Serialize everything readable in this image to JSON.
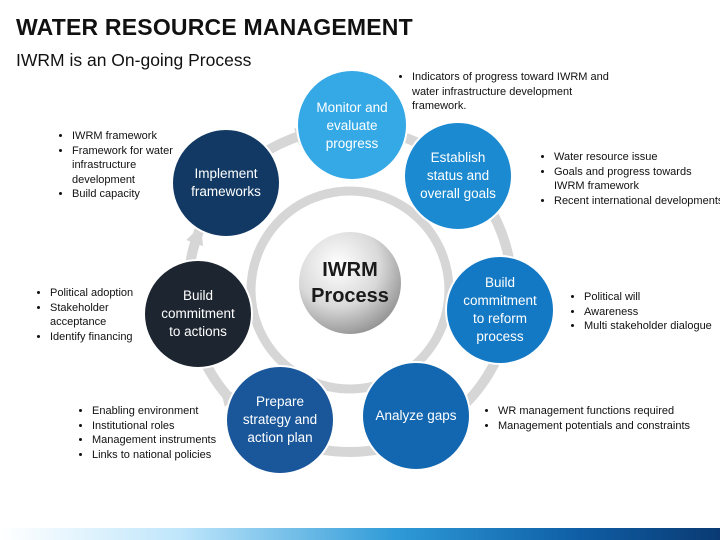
{
  "header": {
    "title": "WATER RESOURCE MANAGEMENT",
    "subtitle": "IWRM is an On-going Process"
  },
  "center": {
    "label": "IWRM\nProcess"
  },
  "steps": [
    {
      "label": "Monitor and\nevaluate\nprogress",
      "color": "#35a9e6",
      "bullets": [
        "Indicators of progress toward IWRM and water infrastructure development framework."
      ]
    },
    {
      "label": "Establish\nstatus and\noverall goals",
      "color": "#1c8ad0",
      "bullets": [
        "Water resource issue",
        "Goals and progress towards IWRM framework",
        "Recent international developments"
      ]
    },
    {
      "label": "Build\ncommitment\nto reform\nprocess",
      "color": "#1479c4",
      "bullets": [
        "Political will",
        "Awareness",
        "Multi stakeholder dialogue"
      ]
    },
    {
      "label": "Analyze gaps",
      "color": "#1367b0",
      "bullets": [
        "WR management functions required",
        "Management potentials and constraints"
      ]
    },
    {
      "label": "Prepare\nstrategy and\naction plan",
      "color": "#19569a",
      "bullets": [
        "Enabling environment",
        "Institutional roles",
        "Management instruments",
        "Links to national policies"
      ]
    },
    {
      "label": "Build\ncommitment\nto actions",
      "color": "#1d2530",
      "bullets": [
        "Political adoption",
        "Stakeholder acceptance",
        "Identify financing"
      ]
    },
    {
      "label": "Implement\nframeworks",
      "color": "#123963",
      "bullets": [
        "IWRM framework",
        "Framework for water infrastructure development",
        "Build capacity"
      ]
    }
  ]
}
